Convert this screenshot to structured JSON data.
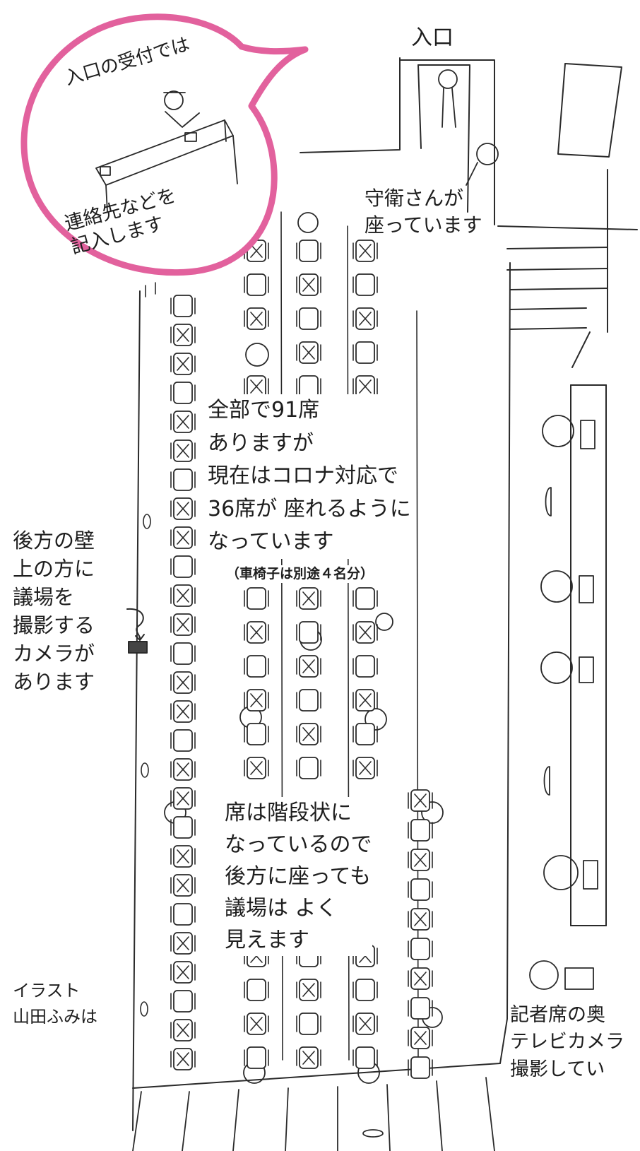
{
  "labels": {
    "entrance": "入口",
    "reception": "入口の受付では",
    "register": "連絡先などを\n記入します",
    "guard": "守衛さんが\n座っています",
    "seats": "全部で91席\nありますが\n現在はコロナ対応で\n36席が 座れるように\nなっています",
    "wheelchair": "（車椅子は別途４名分）",
    "camera": "後方の壁\n上の方に\n議場を\n撮影する\nカメラが\nあります",
    "stairs": "席は階段状に\nなっているので\n後方に座っても\n議場は よく\n見えます",
    "credit": "イラスト\n山田ふみは",
    "press": "記者席の奥\nテレビカメラ\n撮影してい"
  },
  "colors": {
    "bubble": "#e2619d",
    "ink": "#2a2a2a",
    "paper": "#ffffff"
  }
}
